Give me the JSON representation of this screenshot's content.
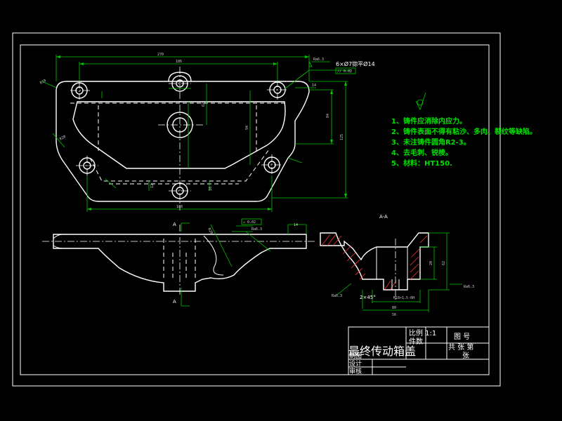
{
  "colors": {
    "background": "#000000",
    "outline": "#ffffff",
    "dimension": "#00c800",
    "notes": "#00e000",
    "hatch": "#ff3030"
  },
  "dims": {
    "d270": "270",
    "d186": "186",
    "d188": "188",
    "d84": "84",
    "d62": "62",
    "d125": "125",
    "d94": "94",
    "d16": "16",
    "d8": "8",
    "d14": "14",
    "d12": "12",
    "d20": "20",
    "d80": "80",
    "d56": "56",
    "r10": "R10",
    "r20": "R20"
  },
  "annotations": {
    "holes": "6×Ø7锪平Ø14",
    "ra_top": "Ra6.3",
    "ra_section": "Ra6.3",
    "ra_flange": "Ra6.3",
    "flatness_top": "// 0.02",
    "flatness_front": "▱ 0.02",
    "chamfer": "2×45°",
    "thread": "M18×1.5-6H",
    "section_mark_a": "A",
    "section_title": "A-A"
  },
  "notes": [
    "1、铸件应消除内应力。",
    "2、铸件表面不得有粘沙、多肉、裂纹等缺陷。",
    "3、未注铸件圆角R2-3。",
    "4、去毛刺、锐棱。",
    "5、材料：HT150."
  ],
  "title_block": {
    "part_name": "最终传动箱盖",
    "scale_label": "比例 1:1",
    "quantity_label": "件数",
    "drawing_no_label": "图  号",
    "sheets_label": "共  张  第",
    "sheet_label": "张",
    "drawn_label": "制图",
    "designed_label": "设计",
    "checked_label": "审核"
  }
}
